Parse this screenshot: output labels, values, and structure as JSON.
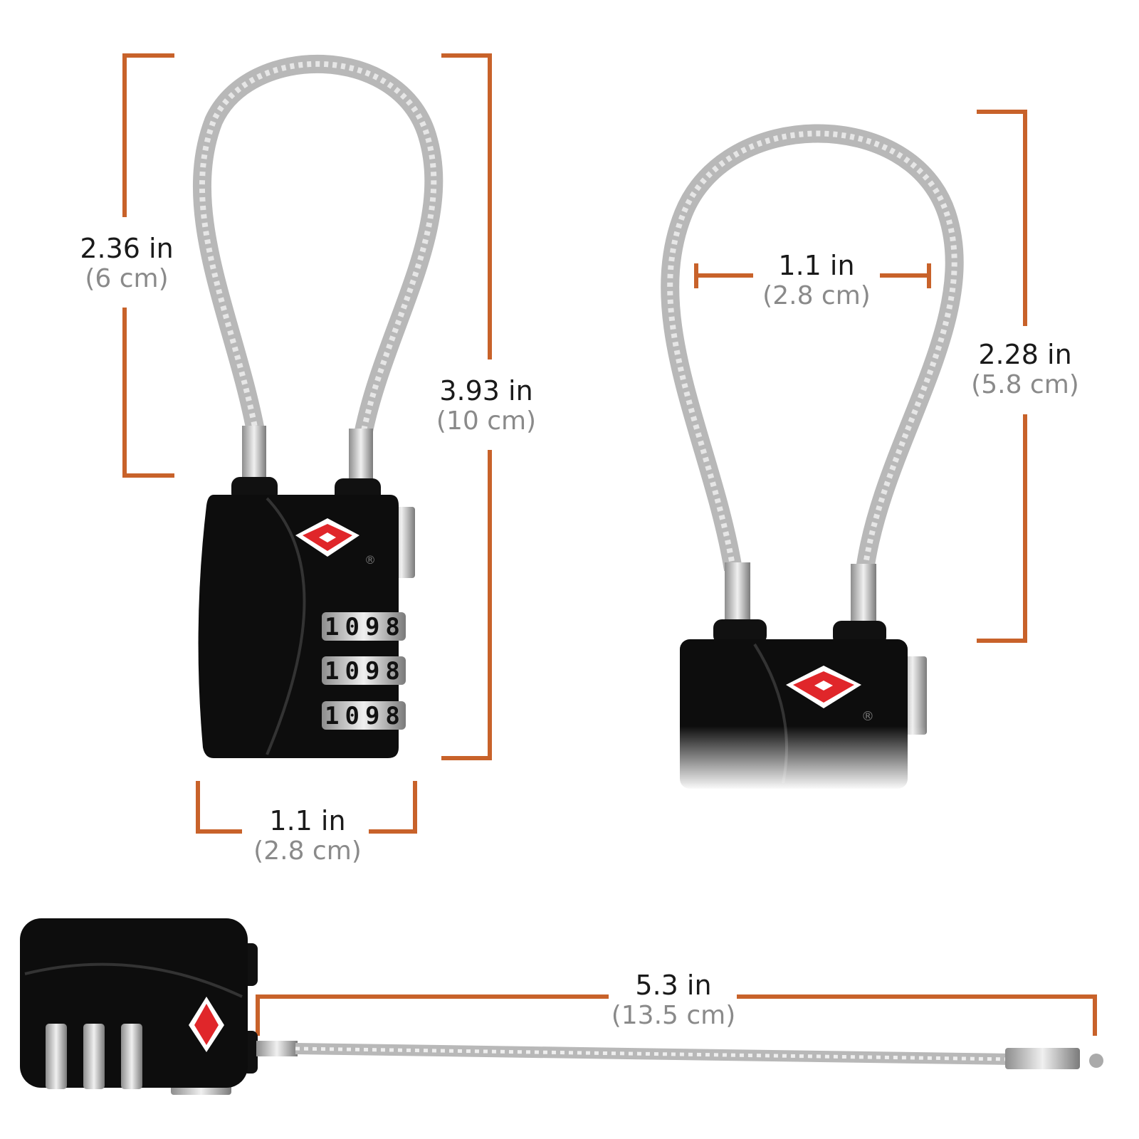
{
  "accent_color": "#c8622a",
  "dimensions": {
    "left_cable_height": {
      "in": "2.36 in",
      "cm": "(6 cm)"
    },
    "left_total_height": {
      "in": "3.93 in",
      "cm": "(10 cm)"
    },
    "left_body_width": {
      "in": "1.1 in",
      "cm": "(2.8 cm)"
    },
    "right_cable_width": {
      "in": "1.1 in",
      "cm": "(2.8 cm)"
    },
    "right_cable_height": {
      "in": "2.28 in",
      "cm": "(5.8 cm)"
    },
    "cable_length": {
      "in": "5.3 in",
      "cm": "(13.5 cm)"
    }
  },
  "lock": {
    "dial_digits": [
      "1",
      "0",
      "9",
      "8"
    ],
    "registered_mark": "®",
    "logo_color": "#e0262a"
  }
}
